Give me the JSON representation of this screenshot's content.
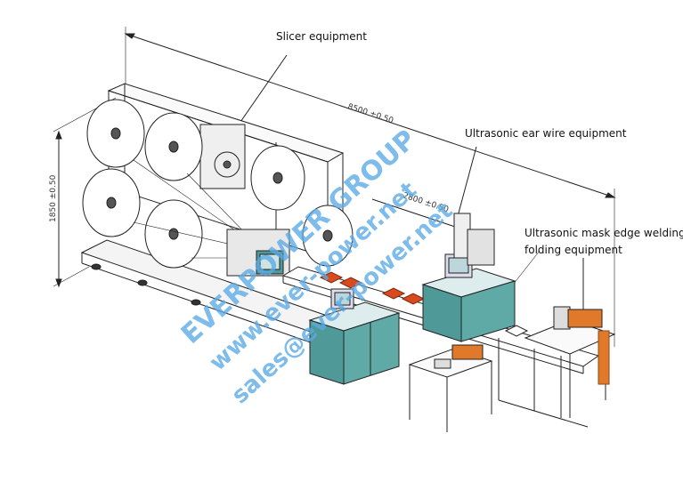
{
  "labels": {
    "slicer": "Slicer equipment",
    "ear_wire": "Ultrasonic ear wire equipment",
    "edge_welding_line1": "Ultrasonic mask edge welding",
    "edge_welding_line2": "folding equipment"
  },
  "dimensions": {
    "overall_length": "8500 ±0.50",
    "height": "1850 ±0.50",
    "partial_length": "2800 ±0.50"
  },
  "watermark": {
    "line1": "EVERPOWER GROUP",
    "line2": "www.ever-power.net",
    "line3": "sales@ever-power.net"
  },
  "colors": {
    "cabinet_teal": "#4f9a98",
    "tape_orange": "#e07a2a",
    "watermark_blue": "#5aa9e6",
    "frame_line": "#222222"
  }
}
